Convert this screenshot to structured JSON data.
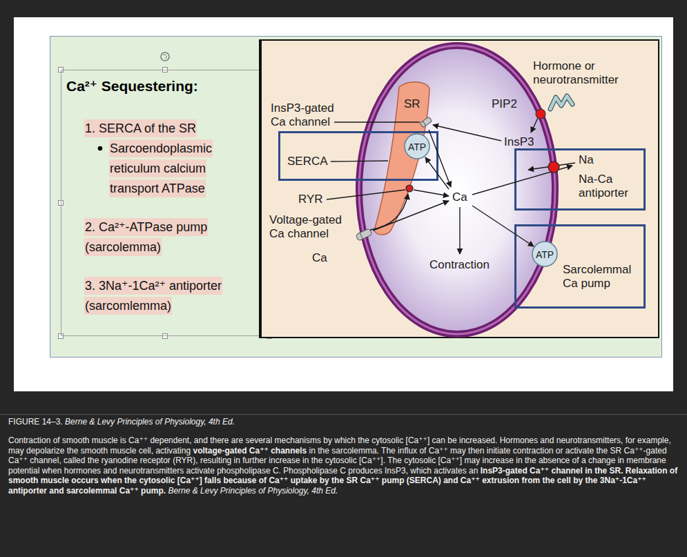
{
  "diagram": {
    "caption": "FIGURE 14–3.",
    "nodes": [
      {
        "text": [
          "Ca²⁺ Sequestering:"
        ]
      },
      {
        "text": [
          "1. SERCA of the SR"
        ],
        "in": 0
      },
      {
        "text": [
          "Sarcoendoplasmic reticulum calcium transport ATPase"
        ],
        "in": 0
      },
      {
        "text": [
          "2. Ca²⁺-ATPase pump (sarcolemma)"
        ],
        "in": 0
      },
      {
        "text": [
          "3. 3Na⁺-1Ca²⁺ antiporter (sarcomlemma)"
        ],
        "in": 0
      },
      {
        "text": [
          "InsP3-gated Ca channel",
          "RYR",
          "Voltage-gated Ca channel",
          "Ca",
          "Hormone or neurotransmitter"
        ]
      },
      {
        "text": [
          "PIP2",
          "InsP3",
          "Ca",
          "Contraction"
        ],
        "in": 5
      },
      {
        "text": [
          "SR"
        ],
        "in": 6
      },
      {
        "text": [
          "SERCA"
        ],
        "in": 5
      },
      {
        "text": [
          "ATP"
        ],
        "in": 8
      },
      {
        "text": [
          "Na",
          "Na-Ca antiporter"
        ],
        "in": 5
      },
      {
        "text": [
          "Sarcolemmal Ca pump"
        ],
        "in": 5
      },
      {
        "text": [
          "ATP"
        ],
        "in": 11
      }
    ],
    "labels": [
      "Berne & Levy Principles of Physiology, 4th Ed.",
      "Contraction of smooth muscle is Ca⁺⁺ dependent, and there are several mechanisms by which the cytosolic [Ca⁺⁺] can be increased. Hormones and neurotransmitters, for example, may depolarize the smooth muscle cell, activating",
      "voltage-gated Ca⁺⁺ channels",
      "in the sarcolemma. The influx of Ca⁺⁺ may then initiate contraction or activate the SR Ca⁺⁺-gated Ca⁺⁺ channel, called the ryanodine receptor (RYR), resulting in further increase in the cytosolic [Ca⁺⁺]. The cytosolic [Ca⁺⁺] may increase in the absence of a change in membrane potential when hormones and neurotransmitters activate phospholipase C. Phospholipase C produces InsP3, which activates an",
      "InsP3-gated Ca⁺⁺ channel in the SR.",
      "Relaxation of smooth muscle occurs when the cytosolic [Ca⁺⁺] falls because of Ca⁺⁺ uptake by the SR Ca⁺⁺ pump (SERCA) and Ca⁺⁺ extrusion from the cell by the 3Na⁺-1Ca⁺⁺ antiporter and sarcolemmal Ca⁺⁺ pump.",
      "Berne & Levy Principles of Physiology, 4th Ed."
    ]
  }
}
